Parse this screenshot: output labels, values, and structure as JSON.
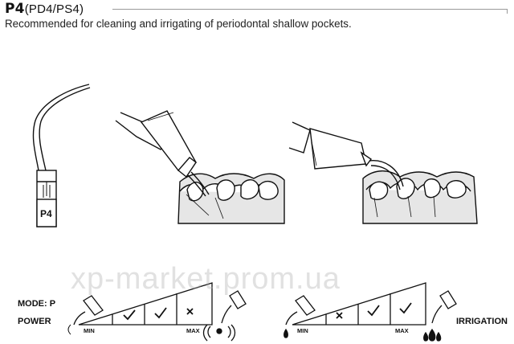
{
  "header": {
    "model": "P4",
    "variants": "(PD4/PS4)",
    "description": "Recommended for cleaning and irrigating of periodontal shallow pockets."
  },
  "tip": {
    "label": "P4"
  },
  "settings": {
    "mode_label": "MODE: P",
    "power_label": "POWER",
    "irrigation_label": "IRRIGATION",
    "power_scale": {
      "min": "MIN",
      "max": "MAX",
      "cells": [
        "check",
        "check",
        "cross"
      ]
    },
    "irrigation_scale": {
      "min": "MIN",
      "max": "MAX",
      "cells": [
        "cross",
        "check",
        "check"
      ]
    }
  },
  "watermark": "xp-market.prom.ua",
  "colors": {
    "line": "#111111",
    "rule": "#999999",
    "gum": "#e6e6e6"
  }
}
